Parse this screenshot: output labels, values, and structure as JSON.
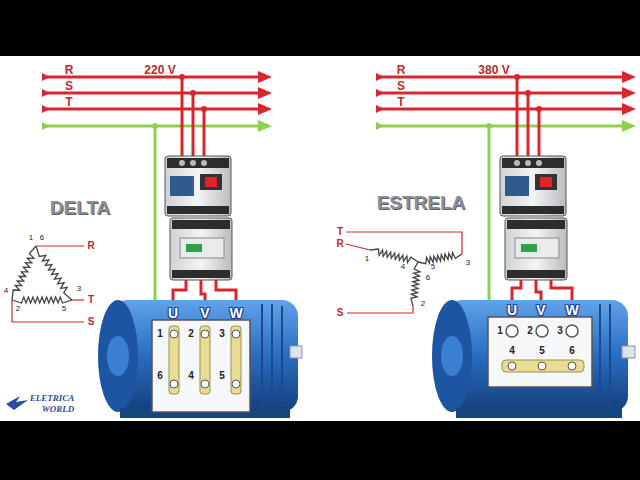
{
  "diagram": {
    "labels": [
      "R",
      "S",
      "T",
      "220 V",
      "DELTA",
      "1",
      "6",
      "4",
      "2",
      "3",
      "5",
      "R",
      "T",
      "S",
      "U",
      "V",
      "W",
      "1",
      "2",
      "3",
      "6",
      "4",
      "5",
      "R",
      "S",
      "T",
      "380 V",
      "ESTRELA",
      "T",
      "R",
      "S",
      "1",
      "2",
      "3",
      "4",
      "5",
      "6",
      "U",
      "V",
      "W",
      "1",
      "2",
      "3",
      "4",
      "5",
      "6",
      "ELETRICA",
      "WORLD"
    ]
  }
}
